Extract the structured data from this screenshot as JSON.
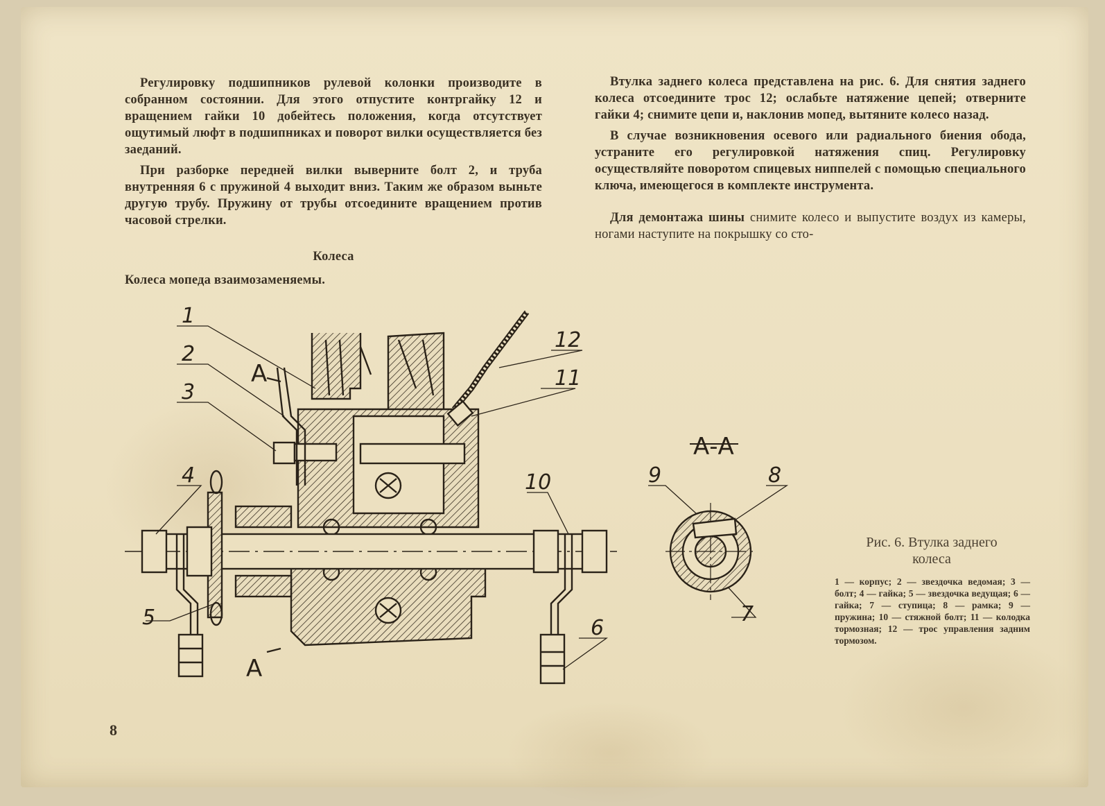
{
  "left_column": {
    "p1": "Регулировку подшипников рулевой колонки производите в собранном состоянии. Для этого отпустите контргайку 12 и вращением гайки 10 добейтесь положения, когда отсутствует ощутимый люфт в подшипниках и поворот вилки осуществляется без заеданий.",
    "p2": "При разборке передней вилки выверните болт 2, и труба внутренняя 6 с пружиной 4 выходит вниз. Таким же образом выньте другую трубу. Пружину от трубы отсоедините вращением против часовой стрелки.",
    "heading": "Колеса",
    "p3": "Колеса мопеда взаимозаменяемы."
  },
  "right_column": {
    "p1": "Втулка заднего колеса представлена на рис. 6. Для снятия заднего колеса отсоедините трос 12; ослабьте натяжение цепей; отверните гайки 4; снимите цепи и, наклонив мопед, вытяните колесо назад.",
    "p2": "В случае возникновения осевого или радиального биения обода, устраните его регулировкой натяжения спиц. Регулировку осуществляйте поворотом спицевых ниппелей с помощью специального ключа, имеющегося в комплекте инструмента.",
    "p3_bold": "Для демонтажа шины",
    "p3_rest": " снимите колесо и выпустите воздух из камеры, ногами наступите на покрышку со сто-"
  },
  "figure": {
    "labels": {
      "n1": "1",
      "n2": "2",
      "n3": "3",
      "n4": "4",
      "n5": "5",
      "n6": "6",
      "n7": "7",
      "n8": "8",
      "n9": "9",
      "n10": "10",
      "n11": "11",
      "n12": "12",
      "a_top": "A",
      "a_bottom": "A"
    },
    "section_title": "А-А"
  },
  "caption": {
    "title": "Рис. 6. Втулка заднего колеса",
    "legend": "1 — корпус; 2 — звездочка ведомая; 3 — болт; 4 — гайка; 5 — звездочка ведущая; 6 — гайка; 7 — ступица; 8 — рамка; 9 — пружина; 10 — стяжной болт; 11 — колодка тормозная; 12 — трос управления задним тормозом."
  },
  "page_number": "8"
}
